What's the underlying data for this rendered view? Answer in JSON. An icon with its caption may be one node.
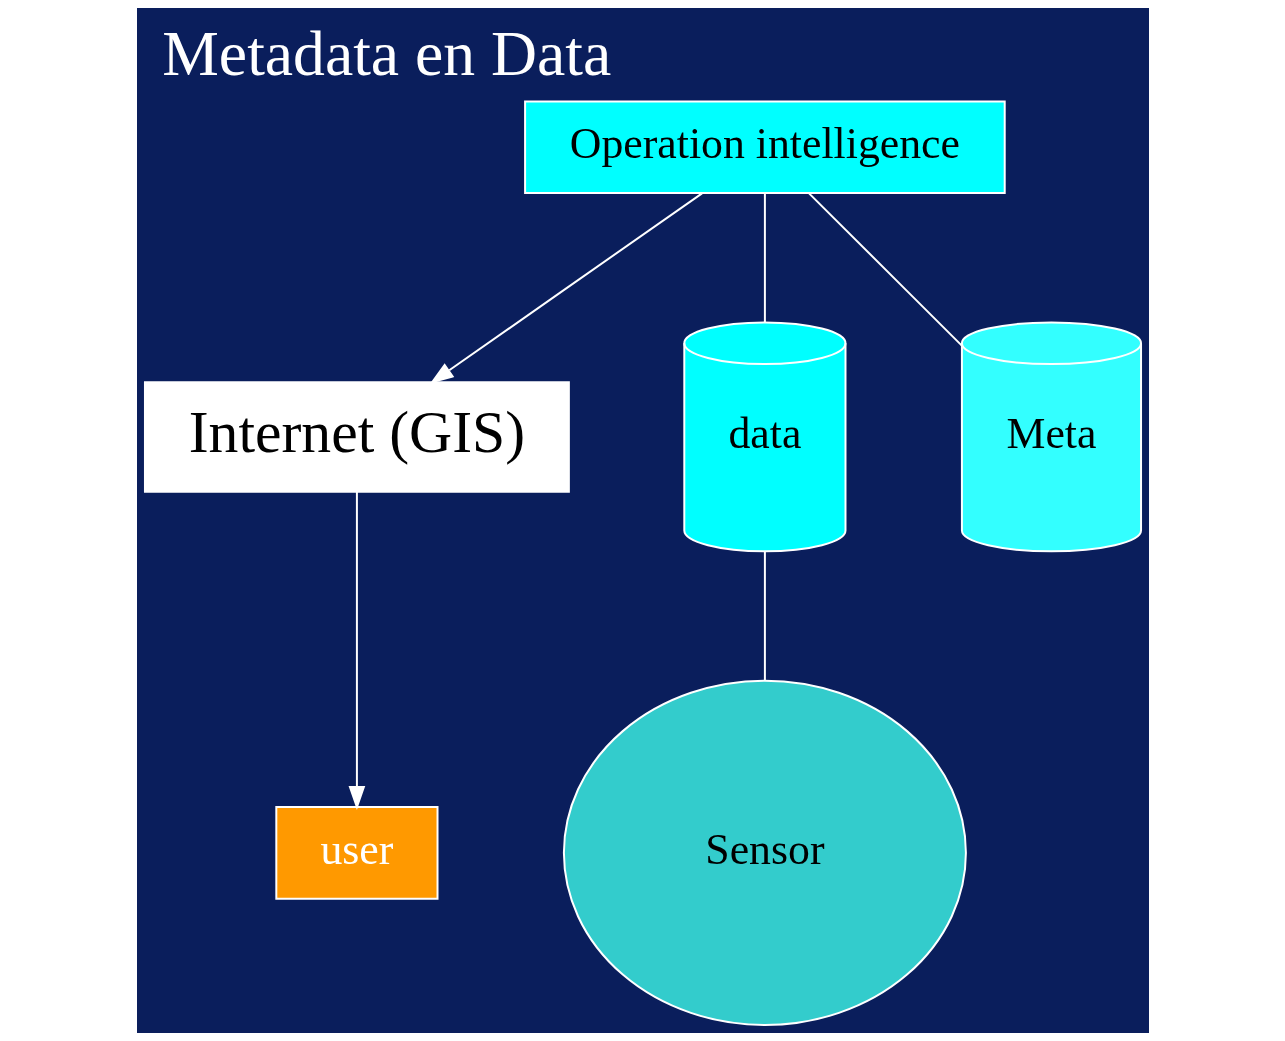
{
  "diagram": {
    "title": "Metadata en Data",
    "nodes": [
      {
        "text": [
          "Operation intelligence"
        ]
      },
      {
        "text": [
          "Internet (GIS)"
        ]
      },
      {
        "text": [
          "user"
        ]
      },
      {
        "text": [
          "data"
        ]
      },
      {
        "text": [
          "Meta"
        ]
      },
      {
        "text": [
          "Sensor"
        ]
      }
    ],
    "edges": [
      {
        "from": 0,
        "to": 1,
        "arrow": "to"
      },
      {
        "from": 1,
        "to": 2,
        "arrow": "to"
      },
      {
        "from": 0,
        "to": 3,
        "arrow": "none"
      },
      {
        "from": 0,
        "to": 4,
        "arrow": "none"
      },
      {
        "from": 3,
        "to": 5,
        "arrow": "none"
      }
    ]
  }
}
